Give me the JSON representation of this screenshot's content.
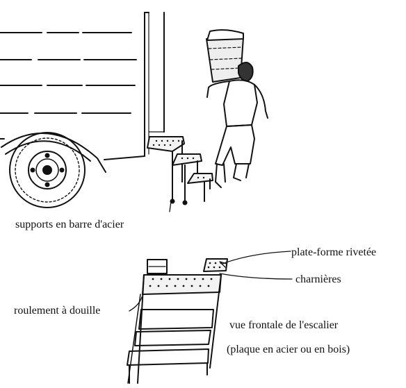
{
  "labels": {
    "supports": "supports en barre d'acier",
    "platform": "plate-forme rivetée",
    "hinges": "charnières",
    "bushing": "roulement à douille",
    "front_view": "vue frontale de l'escalier",
    "plate": "(plaque en acier ou en bois)"
  }
}
